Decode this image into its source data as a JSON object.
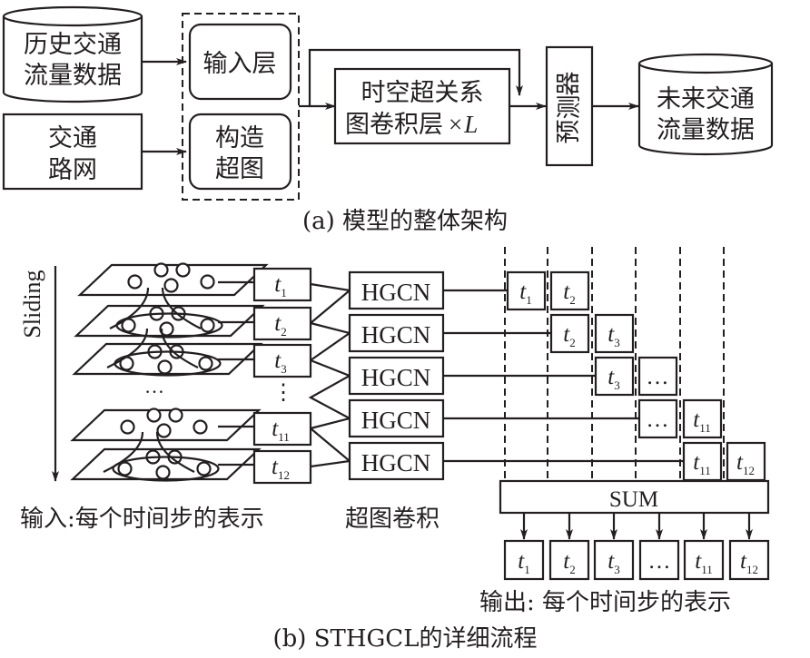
{
  "part_a": {
    "caption": "(a) 模型的整体架构",
    "history_db": {
      "line1": "历史交通",
      "line2": "流量数据"
    },
    "road_network": {
      "line1": "交通",
      "line2": "路网"
    },
    "input_layer": "输入层",
    "build_hypergraph": {
      "line1": "构造",
      "line2": "超图"
    },
    "st_layer": {
      "line1": "时空超关系",
      "line2": "图卷积层",
      "multiplier": "×",
      "layers_symbol": "L"
    },
    "predictor": [
      "预",
      "测",
      "器"
    ],
    "future_db": {
      "line1": "未来交通",
      "line2": "流量数据"
    }
  },
  "part_b": {
    "caption": "(b) STHGCL的详细流程",
    "sliding_label": "Sliding",
    "ellipsis_h": "…",
    "ellipsis_v": "⋮",
    "input_steps": [
      {
        "t": "t",
        "sub": "1"
      },
      {
        "t": "t",
        "sub": "2"
      },
      {
        "t": "t",
        "sub": "3"
      },
      {
        "t": "t",
        "sub": "11"
      },
      {
        "t": "t",
        "sub": "12"
      }
    ],
    "hgcn_label": "HGCN",
    "hgcn_count": 5,
    "hgcn_outputs": [
      [
        {
          "t": "t",
          "sub": "1"
        },
        {
          "t": "t",
          "sub": "2"
        }
      ],
      [
        {
          "t": "t",
          "sub": "2"
        },
        {
          "t": "t",
          "sub": "3"
        }
      ],
      [
        {
          "t": "t",
          "sub": "3"
        },
        {
          "t": "",
          "sub": "",
          "text": "…"
        }
      ],
      [
        {
          "t": "",
          "sub": "",
          "text": "…"
        },
        {
          "t": "t",
          "sub": "11"
        }
      ],
      [
        {
          "t": "t",
          "sub": "11"
        },
        {
          "t": "t",
          "sub": "12"
        }
      ]
    ],
    "sum_label": "SUM",
    "output_steps": [
      {
        "t": "t",
        "sub": "1"
      },
      {
        "t": "t",
        "sub": "2"
      },
      {
        "t": "t",
        "sub": "3"
      },
      {
        "t": "",
        "sub": "",
        "text": "…"
      },
      {
        "t": "t",
        "sub": "11"
      },
      {
        "t": "t",
        "sub": "12"
      }
    ],
    "input_label": "输入:每个时间步的表示",
    "hgconv_label": "超图卷积",
    "output_label": "输出: 每个时间步的表示"
  }
}
